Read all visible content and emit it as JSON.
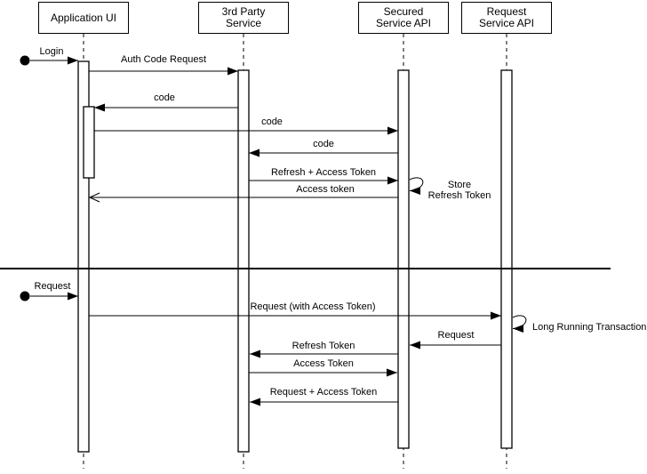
{
  "colors": {
    "stroke": "#000000",
    "background": "#ffffff",
    "text": "#000000"
  },
  "actors": [
    {
      "label": "Application UI"
    },
    {
      "label": "3rd Party\nService"
    },
    {
      "label": "Secured\nService API"
    },
    {
      "label": "Request\nService API"
    }
  ],
  "messages": [
    {
      "label": "Login"
    },
    {
      "label": "Auth Code Request"
    },
    {
      "label": "code"
    },
    {
      "label": "code"
    },
    {
      "label": "code"
    },
    {
      "label": "Refresh + Access Token"
    },
    {
      "label": "Store\nRefresh Token"
    },
    {
      "label": "Access token"
    },
    {
      "label": "Request"
    },
    {
      "label": "Request (with Access Token)"
    },
    {
      "label": "Long Running Transaction"
    },
    {
      "label": "Request"
    },
    {
      "label": "Refresh Token"
    },
    {
      "label": "Access Token"
    },
    {
      "label": "Request + Access Token"
    }
  ]
}
